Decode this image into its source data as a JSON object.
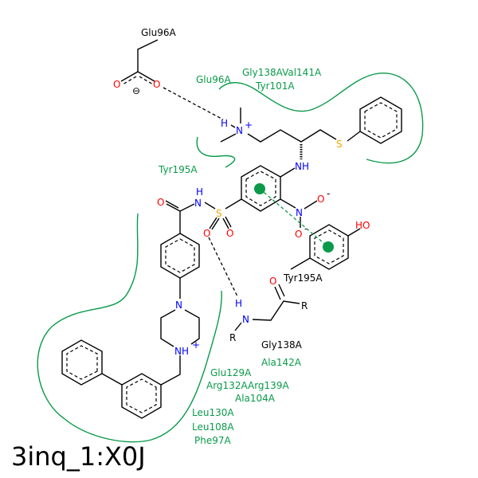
{
  "title": "3inq_1:X0J",
  "residues": {
    "glu96_black": "Glu96A",
    "glu96_green": "Glu96A",
    "gly138_val141": "Gly138AVal141A",
    "tyr101": "Tyr101A",
    "tyr195_green": "Tyr195A",
    "tyr195_black": "Tyr195A",
    "gly138_black": "Gly138A",
    "ala142": "Ala142A",
    "glu129": "Glu129A",
    "arg132_arg139": "Arg132AArg139A",
    "ala104": "Ala104A",
    "leu130": "Leu130A",
    "leu108": "Leu108A",
    "phe97": "Phe97A"
  },
  "atoms": {
    "O": "O",
    "H": "H",
    "N": "N",
    "Nplus": "N",
    "plus": "+",
    "S": "S",
    "NH": "NH",
    "Ominus": "O",
    "minus": "-",
    "HO": "HO",
    "R": "R",
    "NHplus": "NH",
    "charge_neg": "⊖"
  },
  "colors": {
    "hydrophobic": "#0a9a4a",
    "oxygen": "#ff0000",
    "nitrogen": "#0000ff",
    "sulfur": "#f5a300"
  }
}
